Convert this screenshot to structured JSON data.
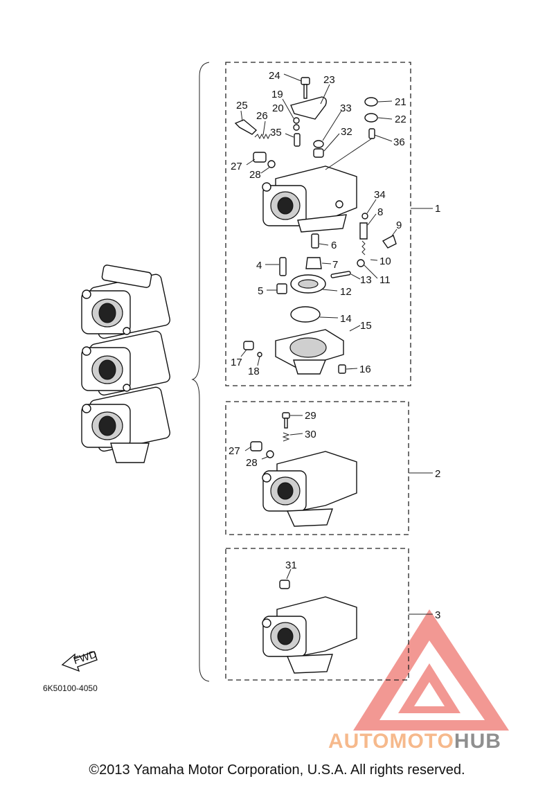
{
  "diagram": {
    "part_number": "6K50100-4050",
    "fwd_label": "FWD",
    "copyright": "©2013 Yamaha Motor Corporation, U.S.A. All rights reserved.",
    "watermark": {
      "part1": "AUTOMOTO",
      "part2": "HUB",
      "color_red": "#e8453c",
      "color_orange": "#f6b98c",
      "color_grey": "#8f8f8f"
    },
    "callouts": {
      "c1": "1",
      "c2": "2",
      "c3": "3",
      "c4": "4",
      "c5": "5",
      "c6": "6",
      "c7": "7",
      "c8": "8",
      "c9": "9",
      "c10": "10",
      "c11": "11",
      "c12": "12",
      "c13": "13",
      "c14": "14",
      "c15": "15",
      "c16": "16",
      "c17": "17",
      "c18": "18",
      "c19": "19",
      "c20": "20",
      "c21": "21",
      "c22": "22",
      "c23": "23",
      "c24": "24",
      "c25": "25",
      "c26": "26",
      "c27": "27",
      "c28": "28",
      "c29": "29",
      "c30": "30",
      "c31": "31",
      "c32": "32",
      "c33": "33",
      "c34": "34",
      "c35": "35",
      "c36": "36",
      "c27b": "27",
      "c28b": "28"
    }
  }
}
